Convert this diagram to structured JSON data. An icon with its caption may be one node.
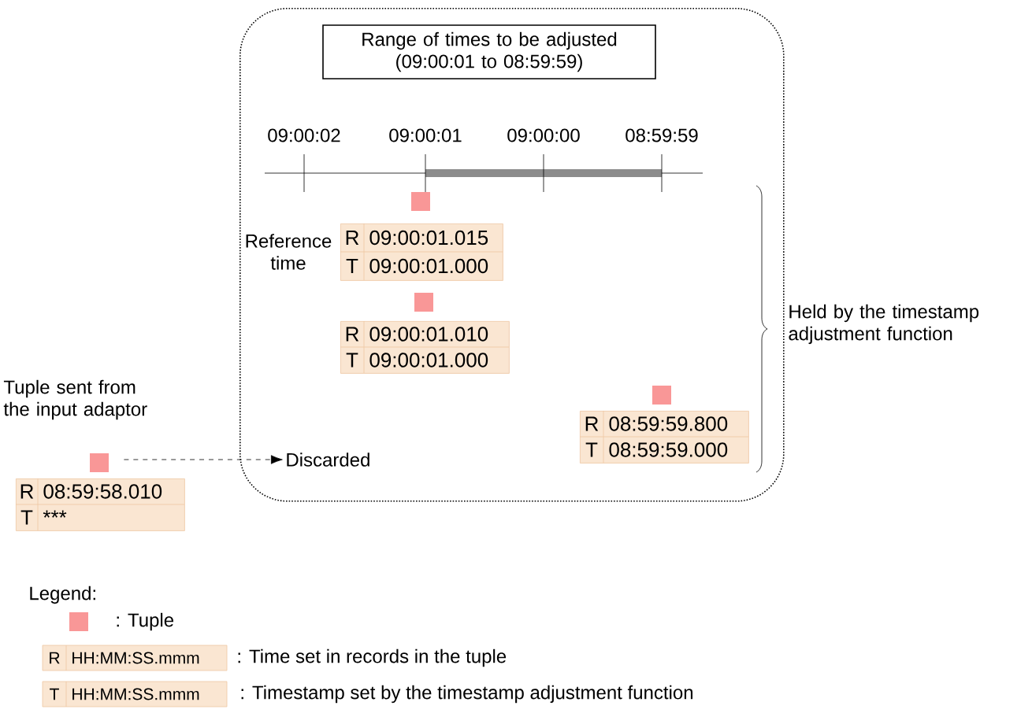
{
  "diagram": {
    "nodes": [
      {
        "text": [],
        "shape": "box"
      },
      {
        "text": [
          "Range of times to be adjusted (09:00:01 to 08:59:59)"
        ],
        "in": 0
      },
      {
        "text": [
          "R",
          "09:00:01.015",
          "T",
          "09:00:01.000"
        ],
        "beside": [
          "Reference time"
        ],
        "in": 0
      },
      {
        "text": [
          "R",
          "09:00:01.010",
          "T",
          "09:00:01.000"
        ],
        "in": 0
      },
      {
        "text": [
          "R",
          "08:59:59.800",
          "T",
          "08:59:59.000"
        ],
        "in": 0
      },
      {
        "text": [
          "Discarded"
        ],
        "in": 0
      },
      {
        "text": [
          "R",
          "08:59:58.010",
          "T",
          "***"
        ],
        "beside": [
          "Tuple sent from the input adaptor"
        ]
      }
    ],
    "edges": [
      {
        "from": 6,
        "to": 5,
        "arrow": "to",
        "style": "dashed"
      }
    ],
    "labels": [
      "09:00:02",
      "09:00:01",
      "09:00:00",
      "08:59:59",
      "Held by the timestamp adjustment function",
      "Legend:",
      "R",
      "HH:MM:SS.mmm",
      "T",
      "HH:MM:SS.mmm"
    ],
    "legend": [
      {
        "text": ": Tuple",
        "color": "#f99797"
      },
      {
        "text": ": Time set in records in the tuple"
      },
      {
        "text": ": Timestamp set by the timestamp adjustment function"
      }
    ]
  }
}
